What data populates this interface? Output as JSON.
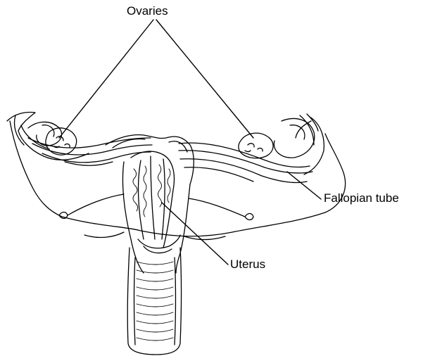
{
  "labels": {
    "ovaries": "Ovaries",
    "fallopian_tube": "Fallopian tube",
    "uterus": "Uterus"
  },
  "colors": {
    "ink": "#000000",
    "background": "#ffffff"
  }
}
